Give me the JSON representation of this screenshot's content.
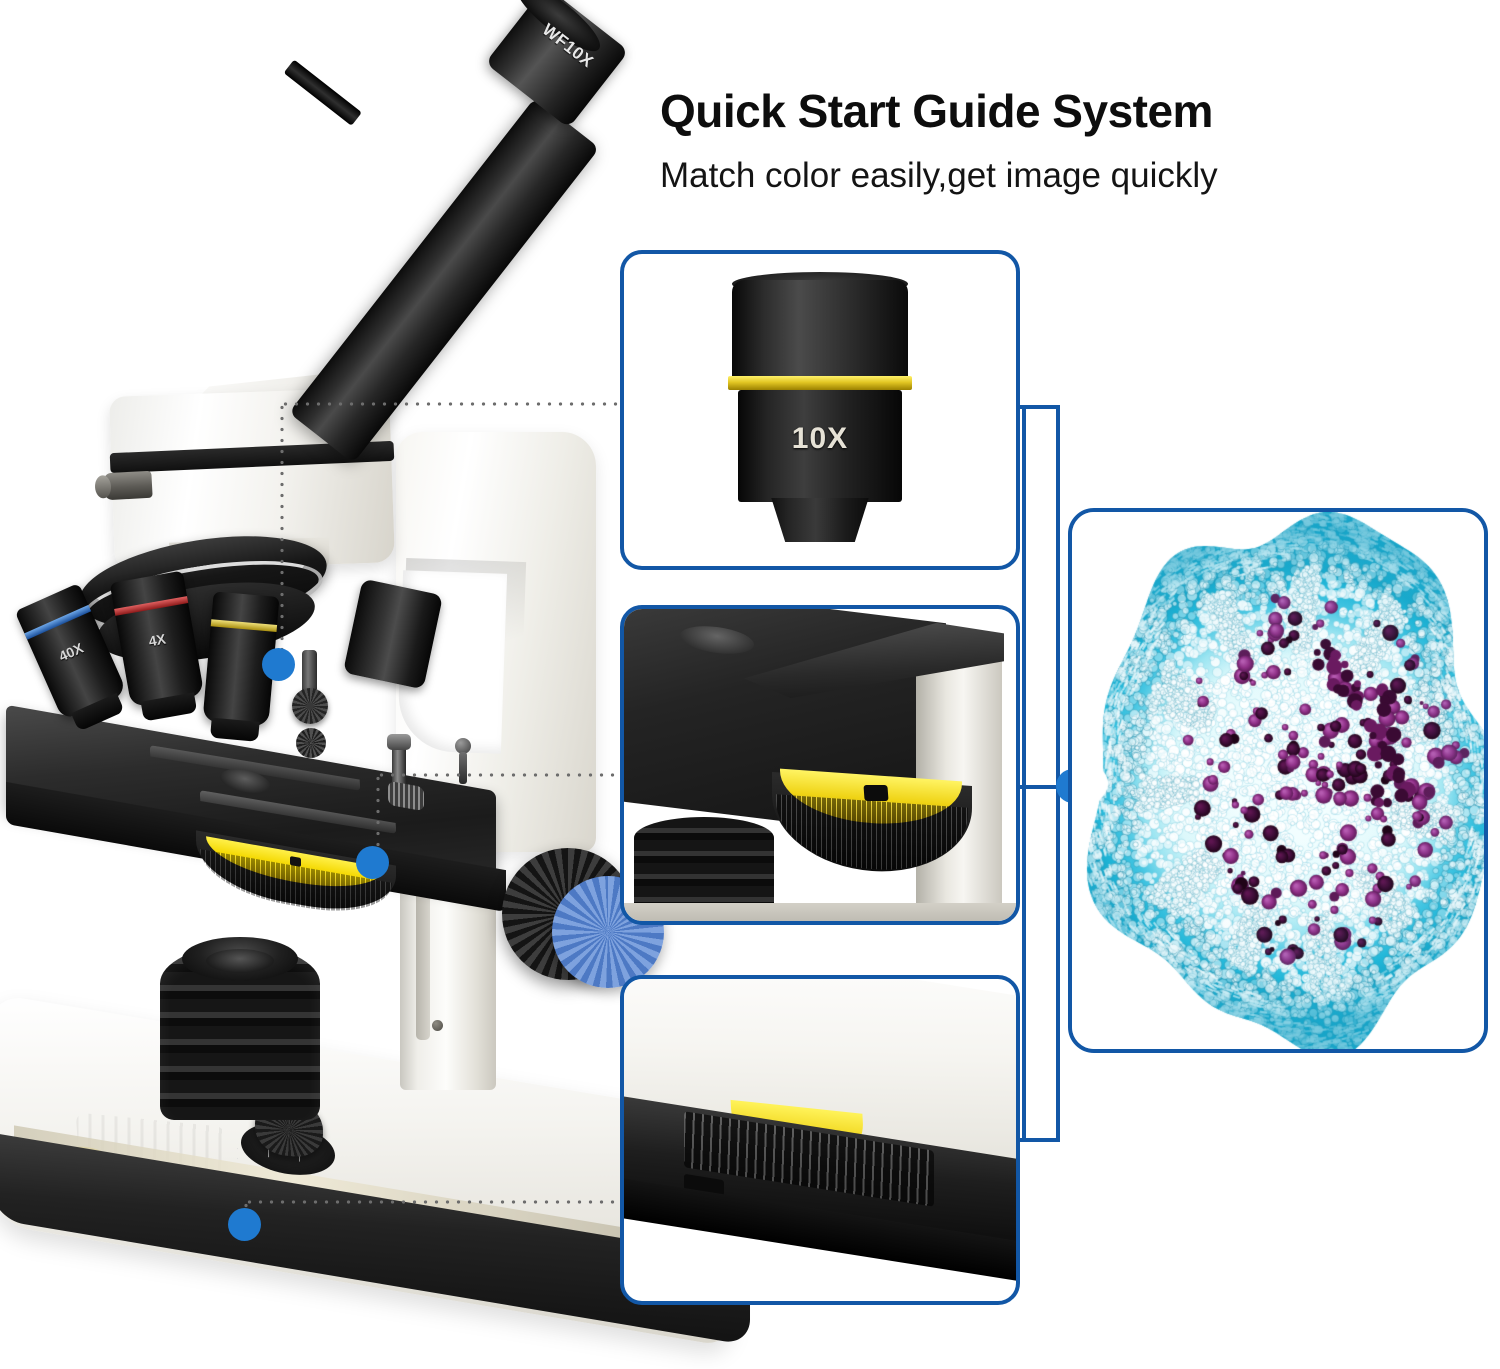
{
  "header": {
    "title": "Quick Start Guide System",
    "subtitle": "Match color easily,get image quickly"
  },
  "product": {
    "eyepiece_label": "WF10X",
    "objectives": [
      {
        "label": "40X",
        "band_color": "#1a4f9b"
      },
      {
        "label": "4X",
        "band_color": "#8e1a1a"
      },
      {
        "label": "",
        "band_color": "#a98f10"
      }
    ]
  },
  "callouts": [
    {
      "id": "eyepiece",
      "name": "objective-lens-10x",
      "magnification_label": "10X",
      "band_color": "#e2c623"
    },
    {
      "id": "stage",
      "name": "stage-and-focus-wheel",
      "magnification_label": "",
      "band_color": "#efd314"
    },
    {
      "id": "base",
      "name": "base-adjustment-dial",
      "magnification_label": "",
      "band_color": "#eed112"
    }
  ],
  "specimen": {
    "name": "stained-plant-stem-cross-section",
    "stain_primary": "#3fc3e0",
    "stain_secondary": "#8e3a86"
  },
  "colors": {
    "frame_blue": "#1257a6",
    "dot_blue": "#1f7ad0",
    "leader_gray": "#6d6d6d",
    "background": "#ffffff"
  }
}
